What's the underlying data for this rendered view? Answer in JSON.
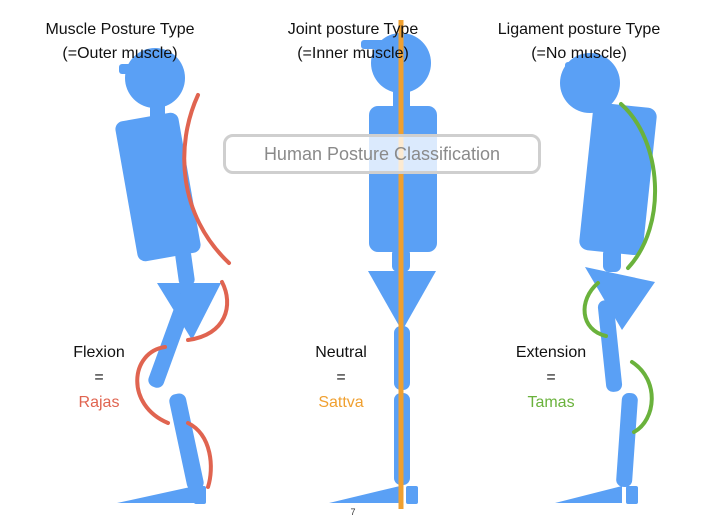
{
  "colors": {
    "body": "#5aa0f5",
    "rajas": "#e06450",
    "sattva": "#f0a030",
    "tamas": "#6ab23c",
    "banner_border": "#cfcfcf",
    "banner_text": "#8a8a8a"
  },
  "figures": [
    {
      "title_line1": "Muscle Posture Type",
      "title_line2": "(=Outer muscle)",
      "label": "Flexion",
      "equals": "=",
      "quality": "Rajas",
      "quality_color": "#e06450"
    },
    {
      "title_line1": "Joint posture Type",
      "title_line2": "(=Inner muscle)",
      "label": "Neutral",
      "equals": "=",
      "quality": "Sattva",
      "quality_color": "#f0a030"
    },
    {
      "title_line1": "Ligament posture Type",
      "title_line2": "(=No muscle)",
      "label": "Extension",
      "equals": "=",
      "quality": "Tamas",
      "quality_color": "#6ab23c"
    }
  ],
  "banner": "Human Posture Classification",
  "page_number": "7"
}
